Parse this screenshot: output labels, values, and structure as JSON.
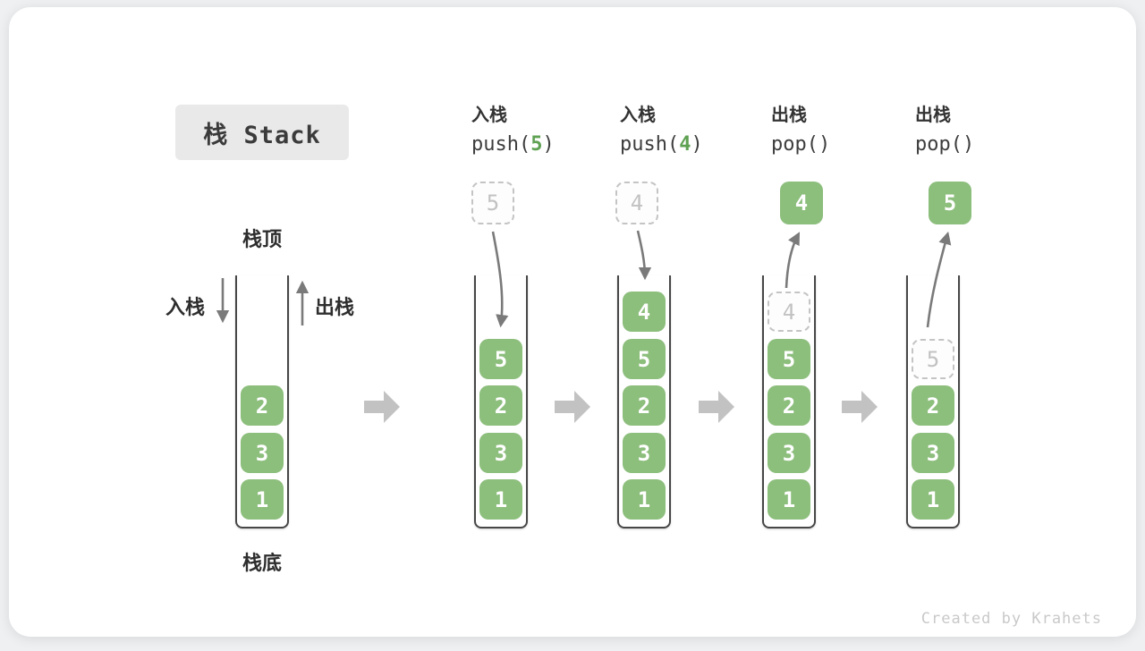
{
  "title": "栈 Stack",
  "legend": {
    "top_label": "栈顶",
    "bottom_label": "栈底",
    "push_label": "入栈",
    "pop_label": "出栈"
  },
  "operations": [
    {
      "label": "入栈",
      "code_pre": "push(",
      "arg": "5",
      "code_post": ")"
    },
    {
      "label": "入栈",
      "code_pre": "push(",
      "arg": "4",
      "code_post": ")"
    },
    {
      "label": "出栈",
      "code_pre": "pop(",
      "arg": "",
      "code_post": ")"
    },
    {
      "label": "出栈",
      "code_pre": "pop(",
      "arg": "",
      "code_post": ")"
    }
  ],
  "floating_boxes": {
    "push5_item": "5",
    "push4_item": "4",
    "pop4_item": "4",
    "pop5_item": "5"
  },
  "stacks": {
    "s1": {
      "cells": [
        "2",
        "3",
        "1"
      ]
    },
    "s2": {
      "cells": [
        "5",
        "2",
        "3",
        "1"
      ]
    },
    "s3": {
      "cells": [
        "4",
        "5",
        "2",
        "3",
        "1"
      ]
    },
    "s4": {
      "ghost": "4",
      "cells": [
        "5",
        "2",
        "3",
        "1"
      ]
    },
    "s5": {
      "ghost": "5",
      "cells": [
        "2",
        "3",
        "1"
      ]
    }
  },
  "watermark": "Created by Krahets",
  "colors": {
    "cell_green": "#8cbe7c",
    "code_arg_green": "#5fa153",
    "arrow_gray": "#7a7a7a",
    "block_arrow_gray": "#c2c2c2",
    "ghost_gray": "#c4c4c4",
    "chip_bg": "#e9e9e9"
  }
}
